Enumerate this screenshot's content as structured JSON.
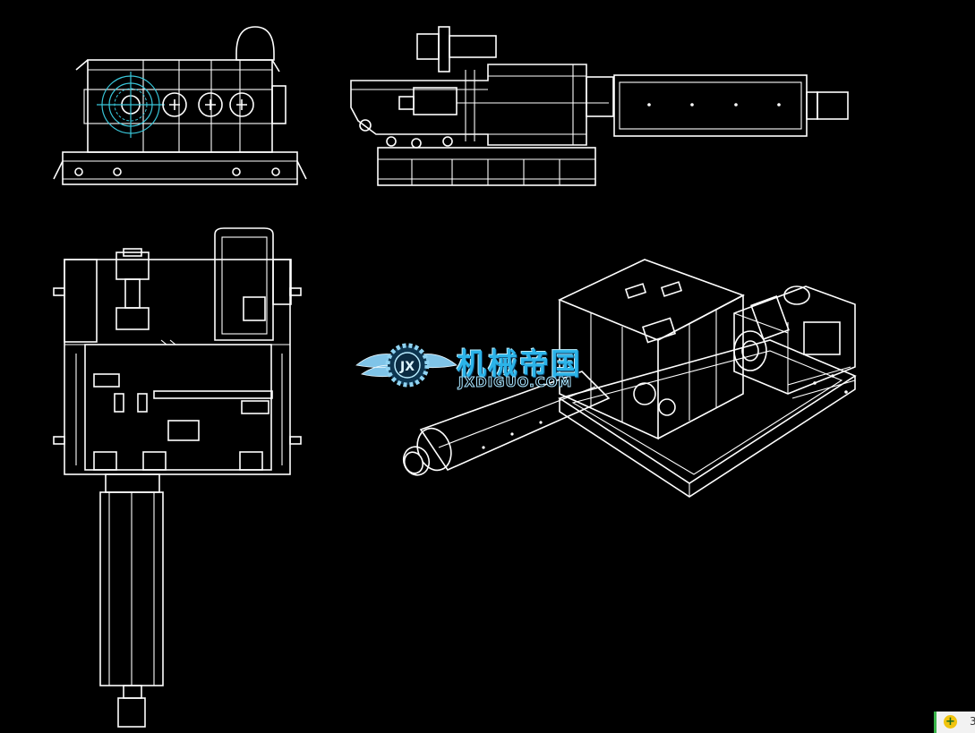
{
  "watermark": {
    "name_cn": "机械帝国",
    "site": "JXDIGUO.COM",
    "badge_letters": "JX",
    "accent_color": "#2bb3e8"
  },
  "views": [
    {
      "id": "front-view",
      "icon": "none"
    },
    {
      "id": "side-view",
      "icon": "none"
    },
    {
      "id": "top-view",
      "icon": "none"
    },
    {
      "id": "isometric-view",
      "icon": "none"
    }
  ],
  "status_bar": {
    "icon": "add-circle-icon",
    "icon_glyph": "+",
    "text": "3"
  },
  "colors": {
    "background": "#000000",
    "line": "#ffffff",
    "highlight": "#39c6d9"
  }
}
